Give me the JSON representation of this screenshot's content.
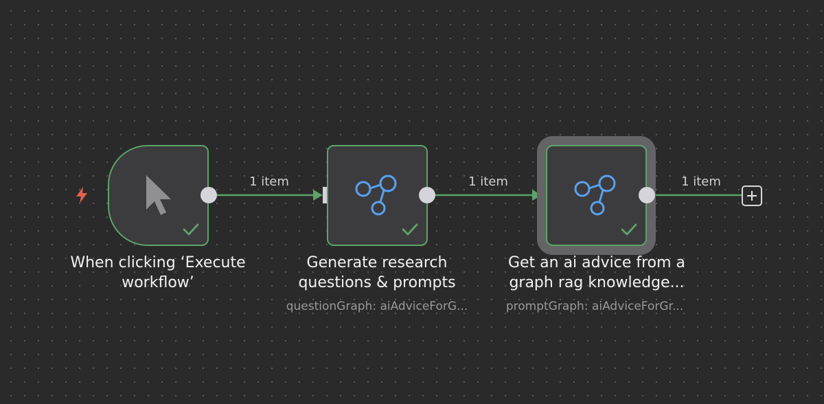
{
  "canvas": {
    "nodes": [
      {
        "id": "manual-trigger",
        "title": "When clicking ‘Execute workflow’",
        "subtitle": "",
        "icon": "cursor-icon",
        "status": "success"
      },
      {
        "id": "generate-questions",
        "title": "Generate research questions & prompts",
        "subtitle": "questionGraph: aiAdviceForG...",
        "icon": "graph-nodes-icon",
        "status": "success"
      },
      {
        "id": "get-ai-advice",
        "title": "Get an ai advice from a graph rag knowledge...",
        "subtitle": "promptGraph: aiAdviceForGr...",
        "icon": "graph-nodes-icon",
        "status": "success",
        "selected": true
      }
    ],
    "edges": [
      {
        "label": "1 item"
      },
      {
        "label": "1 item"
      },
      {
        "label": "1 item"
      }
    ],
    "add_node_icon": "plus-icon",
    "trigger_icon": "lightning-bolt-icon"
  },
  "colors": {
    "success_green": "#5ea36a",
    "accent_blue": "#5aa2f0",
    "trigger_red": "#e5604f",
    "canvas_bg": "#2a2a2a",
    "node_bg": "#3c3c3e"
  }
}
